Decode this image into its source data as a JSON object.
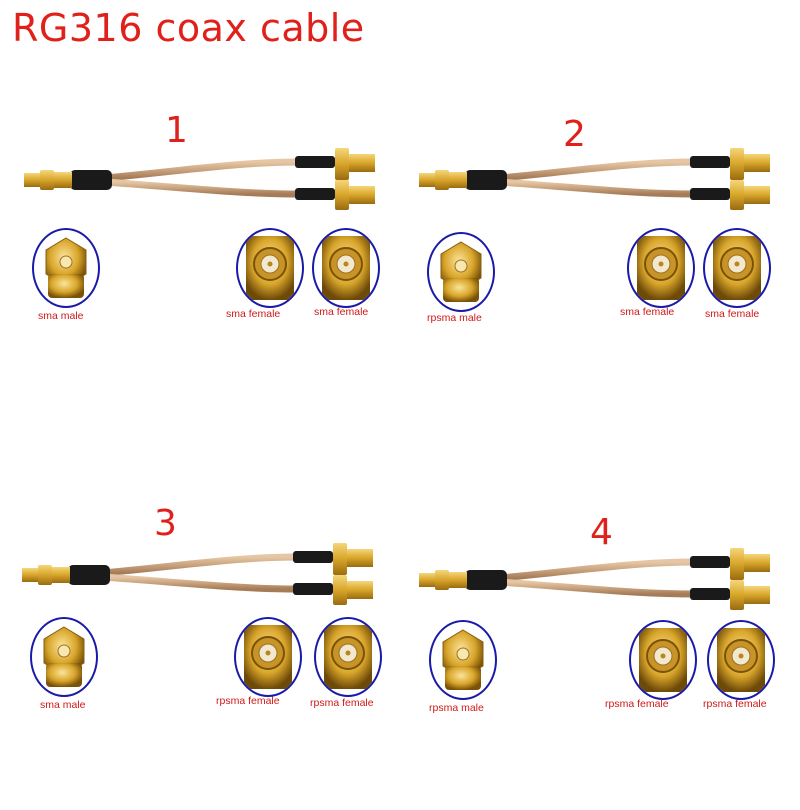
{
  "title": "RG316 coax cable",
  "panels": [
    {
      "number": "1",
      "labels": [
        "sma male",
        "sma female",
        "sma female"
      ]
    },
    {
      "number": "2",
      "labels": [
        "rpsma male",
        "sma female",
        "sma female"
      ]
    },
    {
      "number": "3",
      "labels": [
        "sma male",
        "rpsma female",
        "rpsma female"
      ]
    },
    {
      "number": "4",
      "labels": [
        "rpsma male",
        "rpsma female",
        "rpsma female"
      ]
    }
  ],
  "colors": {
    "title": "#e0201a",
    "label": "#d01818",
    "circle_border": "#1a1aa8",
    "gold": "#d8a52a",
    "cable": "#c9a37e",
    "jacket": "#1a1a1a"
  }
}
